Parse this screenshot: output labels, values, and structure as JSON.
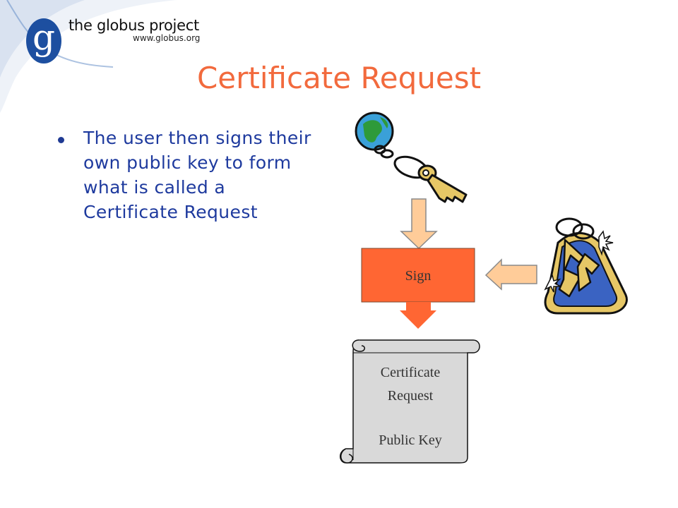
{
  "logo": {
    "letter": "g",
    "name": "the globus project",
    "url": "www.globus.org"
  },
  "slide": {
    "title": "Certificate Request",
    "bullet": "The user then signs their own public key to form what is called a Certificate Request"
  },
  "diagram": {
    "sign_label": "Sign",
    "scroll_line1": "Certificate",
    "scroll_line2": "Request",
    "scroll_line3": "Public Key"
  },
  "icons": {
    "public_key": "globe-keychain-key-icon",
    "private_key": "keyring-tag-icon"
  },
  "colors": {
    "title": "#f26a3d",
    "text": "#1e3a9e",
    "sign_box": "#ff6633",
    "arrows": "#ffcc99",
    "scroll": "#d9d9d9",
    "logo_blue": "#1d4fa0"
  }
}
